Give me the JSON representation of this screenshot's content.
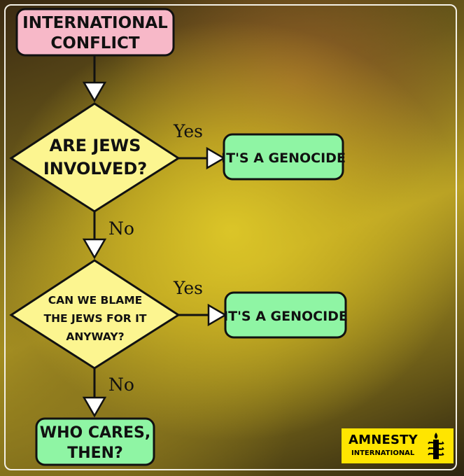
{
  "nodes": {
    "start": {
      "line1": "INTERNATIONAL",
      "line2": "CONFLICT"
    },
    "q1": {
      "line1": "ARE JEWS",
      "line2": "INVOLVED?"
    },
    "q1_yes": {
      "text": "IT'S A GENOCIDE"
    },
    "q2": {
      "line1": "CAN WE BLAME",
      "line2": "THE JEWS FOR IT",
      "line3": "ANYWAY?"
    },
    "q2_yes": {
      "text": "IT'S A GENOCIDE"
    },
    "end": {
      "line1": "WHO CARES,",
      "line2": "THEN?"
    }
  },
  "edges": {
    "q1_yes": "Yes",
    "q1_no": "No",
    "q2_yes": "Yes",
    "q2_no": "No"
  },
  "logo": {
    "name": "AMNESTY",
    "sub": "INTERNATIONAL",
    "icon": "candle-barbed-wire-icon"
  },
  "colors": {
    "start_fill": "#f7b8c8",
    "decision_fill": "#fcf590",
    "terminal_fill": "#8ff5a4",
    "logo_bg": "#ffe500"
  }
}
